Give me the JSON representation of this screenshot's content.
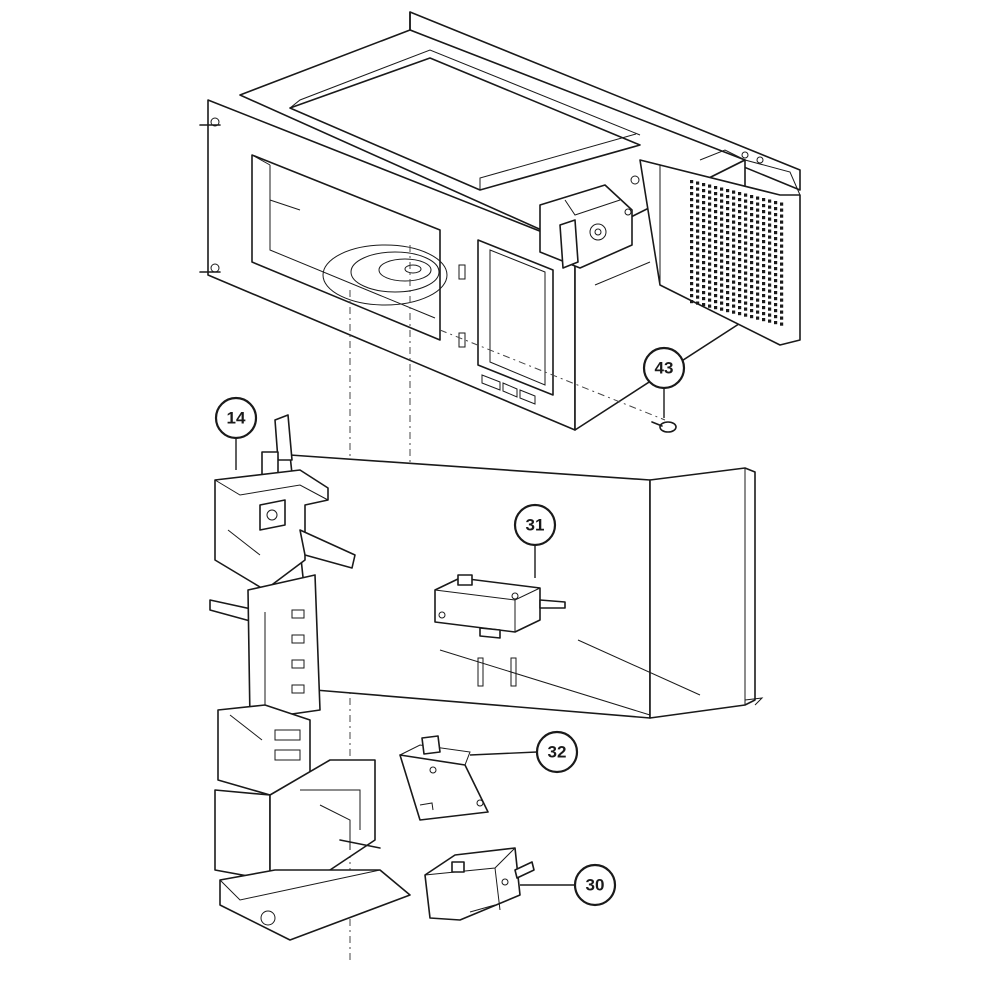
{
  "callouts": [
    {
      "id": "43",
      "label": "43",
      "part": "screw"
    },
    {
      "id": "14",
      "label": "14",
      "part": "latch-board"
    },
    {
      "id": "31",
      "label": "31",
      "part": "micro-switch"
    },
    {
      "id": "32",
      "label": "32",
      "part": "micro-switch"
    },
    {
      "id": "30",
      "label": "30",
      "part": "micro-switch"
    }
  ],
  "colors": {
    "line": "#1a1a1a",
    "background": "#ffffff"
  }
}
